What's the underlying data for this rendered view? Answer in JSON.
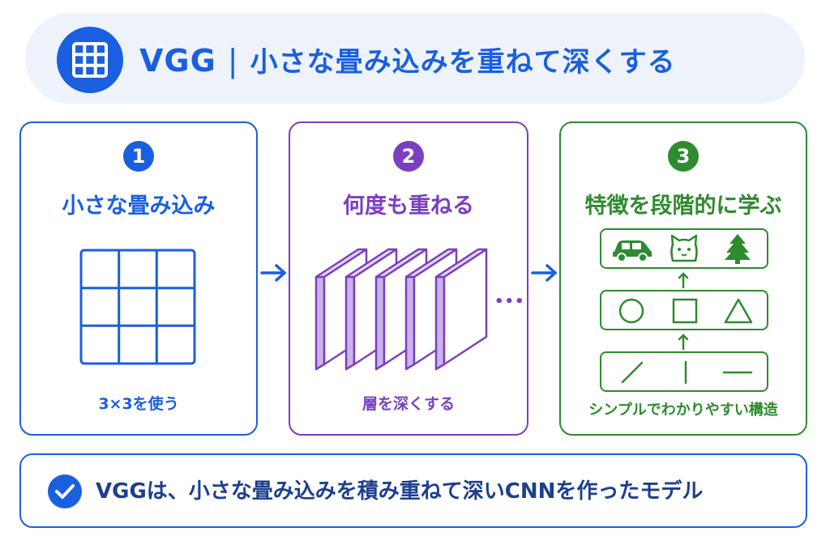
{
  "header": {
    "title": "VGG",
    "separator": "|",
    "subtitle": "小さな畳み込みを重ねて深くする",
    "logo_icon": "grid-icon"
  },
  "panels": [
    {
      "number": "1",
      "title": "小さな畳み込み",
      "caption": "3×3を使う",
      "color": "#1a5fe0",
      "icon": "3x3-grid-icon"
    },
    {
      "number": "2",
      "title": "何度も重ねる",
      "caption": "層を深くする",
      "ellipsis": "•••",
      "color": "#7b3fbf",
      "icon": "stacked-layers-icon"
    },
    {
      "number": "3",
      "title": "特徴を段階的に学ぶ",
      "caption": "シンプルでわかりやすい構造",
      "color": "#2e8b2e",
      "levels": [
        {
          "icons": [
            "car-icon",
            "cat-icon",
            "tree-icon"
          ]
        },
        {
          "icons": [
            "circle-icon",
            "square-icon",
            "triangle-icon"
          ]
        },
        {
          "icons": [
            "diagonal-line-icon",
            "vertical-line-icon",
            "horizontal-line-icon"
          ]
        }
      ]
    }
  ],
  "footer": {
    "text": "VGGは、小さな畳み込みを積み重ねて深いCNNを作ったモデル",
    "icon": "check-circle-icon"
  },
  "colors": {
    "blue": "#1a5fe0",
    "purple": "#7b3fbf",
    "green": "#2e8b2e",
    "header_bg": "#eef2fb",
    "footer_text": "#1d3f8f"
  }
}
